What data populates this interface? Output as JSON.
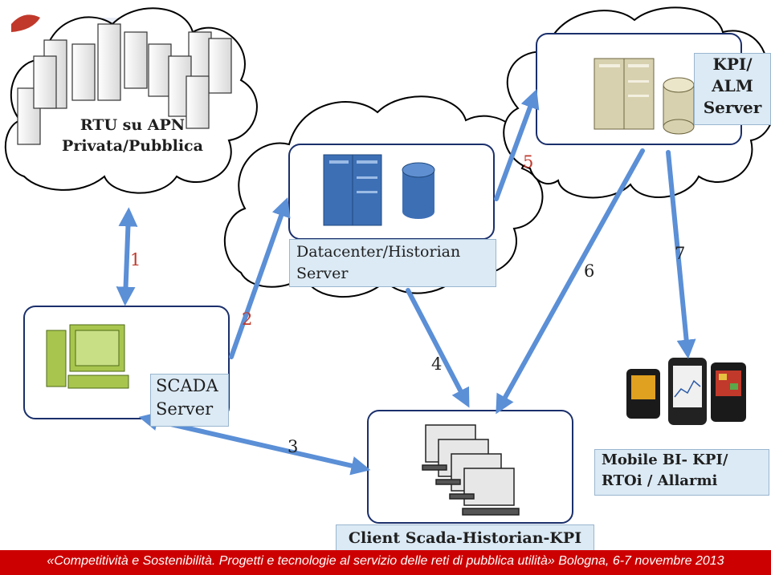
{
  "nodes": {
    "rtu": {
      "line1": "RTU su APN",
      "line2": "Privata/Pubblica"
    },
    "kpi": {
      "line1": "KPI/",
      "line2": "ALM",
      "line3": "Server"
    },
    "datacenter": {
      "line1": "Datacenter/Historian",
      "line2": "Server"
    },
    "scada": {
      "line1": "SCADA",
      "line2": "Server"
    },
    "client": {
      "line1": "Client Scada-Historian-KPI"
    },
    "mobile": {
      "line1": "Mobile BI- KPI/",
      "line2": "RTOi / Allarmi"
    }
  },
  "steps": [
    "1",
    "2",
    "3",
    "4",
    "5",
    "6",
    "7"
  ],
  "colors": {
    "arrow": "#5b8fd6",
    "cloud_stroke": "#000000",
    "footer": "#cc0000",
    "label_bg": "#dbeaf5"
  },
  "footer": {
    "text": "«Competitività e Sostenibilità. Progetti e tecnologie al servizio delle reti di pubblica utilità» Bologna, 6-7 novembre 2013"
  }
}
